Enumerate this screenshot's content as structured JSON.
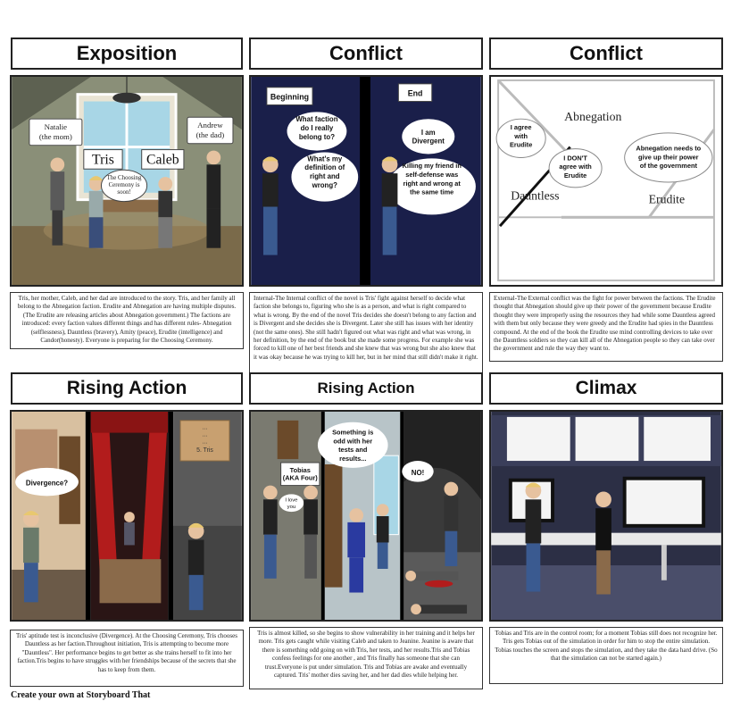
{
  "cells": [
    {
      "title": "Exposition",
      "labels": {
        "natalie": "Natalie\n(the mom)",
        "andrew": "Andrew\n(the dad)",
        "tris": "Tris",
        "caleb": "Caleb",
        "speech": "The Choosing\nCeremony is\nsoon!"
      },
      "caption": "Tris, her mother, Caleb, and her dad are introduced to the story. Tris, and her family all belong to the Abnegation faction. Erudite and Abnegation are having multiple disputes. (The Erudite are releasing articles about Abnegation government.) The factions are introduced: every faction values different things and has different rules- Abnegation (selflessness), Dauntless (bravery), Amity (peace), Erudite (intelligence) and Candor(honesty). Everyone is preparing for the Choosing Ceremony."
    },
    {
      "title": "Conflict",
      "labels": {
        "beginning": "Beginning",
        "end": "End",
        "q1": "What faction do I really belong to?",
        "q2": "What's my definition of right and wrong?",
        "a1": "I am Divergent",
        "a2": "Killing my friend in self-defense was right and wrong at the same time"
      },
      "caption": "Internal-The Internal conflict of the novel is Tris' fight against herself to decide what faction she belongs to, figuring who she is as a person, and what is right compared to what is wrong. By the end of the novel Tris decides she doesn't belong to any faction and is Divergent and she decides she is Divergent. Later she still has issues with her identity (not the same ones). She still hadn't figured out what was right and what was wrong, in her definition, by the end of the book but she made some progress. For example she was forced to kill one of her best friends and she knew that was wrong but she also knew that it was okay because he was trying to kill her, but in her mind that still didn't make it right."
    },
    {
      "title": "Conflict",
      "labels": {
        "abnegation": "Abnegation",
        "dauntless": "Dauntless",
        "erudite": "Erudite",
        "b1": "I agree with Erudite",
        "b2": "I DON'T agree with Erudite",
        "b3": "Abnegation needs to give up their power of the government"
      },
      "caption": "External-The External conflict was the fight for power between the factions. The Erudite thought that Abnegation should give up their power of the government because Erudite thought they were improperly using the resources they had while some Dauntless agreed with them but only because they were greedy and the Erudite had spies in the Dauntless compound. At the end of the book the Erudite use mind controlling devices to take over the Dauntless soldiers so they can kill all of the Abnegation people so they can take over the government and rule the way they want to."
    },
    {
      "title": "Rising Action",
      "labels": {
        "divergence": "Divergence?",
        "board": "...\n...\n...\n5. Tris"
      },
      "caption": "Tris' aptitude test is inconclusive (Divergence). At the Choosing Ceremony, Tris chooses Dauntless as her faction.Throughout initiation, Tris is attempting to become more \"Dauntless\". Her performance begins to get better as she trains herself to fit into her faction.Tris begins to have struggles with her friendships because of the secrets that she has to keep from them."
    },
    {
      "title": "Rising Action",
      "labels": {
        "tobias": "Tobias\n(AKA Four)",
        "odd": "Something is odd with her tests and results...",
        "no": "NO!",
        "love": "I love you"
      },
      "caption": "Tris is almost killed, so she begins to show vulnerability in her training and it helps her more. Tris gets caught while visiting Caleb and taken to Jeanine. Jeanine is aware that there is something odd going on with Tris, her tests, and her results.Tris and Tobias confess feelings for one another , and Tris finally has someone that she can trust.Everyone is put under simulation. Tris and Tobias are awake and eventually captured. Tris' mother dies saving her, and her dad dies while helping her."
    },
    {
      "title": "Climax",
      "labels": {},
      "caption": "Tobias and Tris are in the control room; for a moment Tobias still does not recognize her. Tris gets Tobias out of the simulation in order for him to stop the entire simulation. Tobias touches the screen and stops the simulation, and they take the data hard drive. (So that the simulation can not be started again.)"
    }
  ],
  "footer": "Create your own at Storyboard That"
}
